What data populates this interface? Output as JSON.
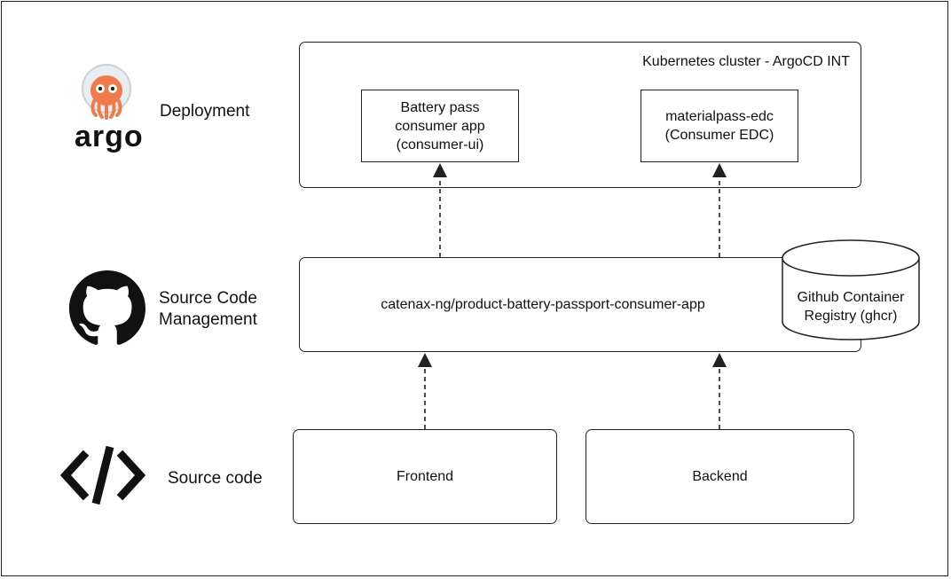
{
  "rows": {
    "deployment": {
      "label": "Deployment",
      "icon": "argo-logo-icon",
      "icon_text": "argo"
    },
    "scm": {
      "label": "Source Code\nManagement",
      "icon": "github-icon"
    },
    "source": {
      "label": "Source code",
      "icon": "code-icon"
    }
  },
  "cluster": {
    "title": "Kubernetes cluster - ArgoCD INT",
    "apps": [
      {
        "label": "Battery pass\nconsumer app\n(consumer-ui)"
      },
      {
        "label": "materialpass-edc\n(Consumer EDC)"
      }
    ]
  },
  "repo": {
    "label": "catenax-ng/product-battery-passport-consumer-app"
  },
  "registry": {
    "label": "Github Container\nRegistry (ghcr)"
  },
  "sources": [
    {
      "label": "Frontend"
    },
    {
      "label": "Backend"
    }
  ],
  "colors": {
    "argo_orange": "#EF7B4D",
    "line": "#222222"
  }
}
